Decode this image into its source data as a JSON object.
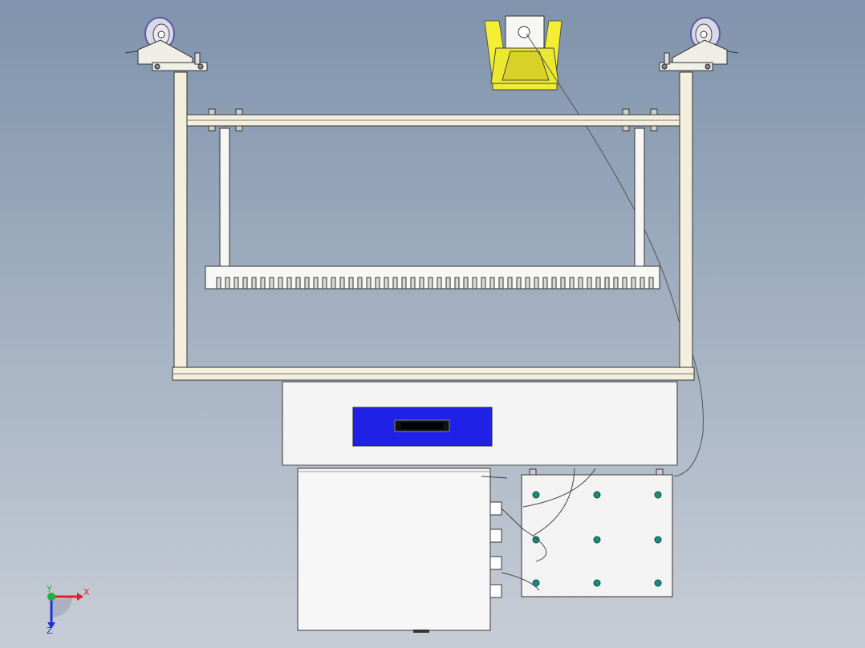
{
  "viewport": {
    "background_top": "#7f93ac",
    "background_bottom": "#c7cdd6"
  },
  "model": {
    "frame_color": "#f3efdc",
    "yellow_part_color": "#f2ee34",
    "panel_color": "#1f22e6",
    "plate_color": "#f3f3f3",
    "bolt_color": "#1a8c7c",
    "icons": [
      "caster-wheel-icon",
      "hook-icon",
      "display-icon"
    ]
  },
  "triad": {
    "x_label": "X",
    "y_label": "Y",
    "z_label": "Z",
    "x_color": "#e0202a",
    "y_color": "#20b040",
    "z_color": "#2030e0"
  }
}
